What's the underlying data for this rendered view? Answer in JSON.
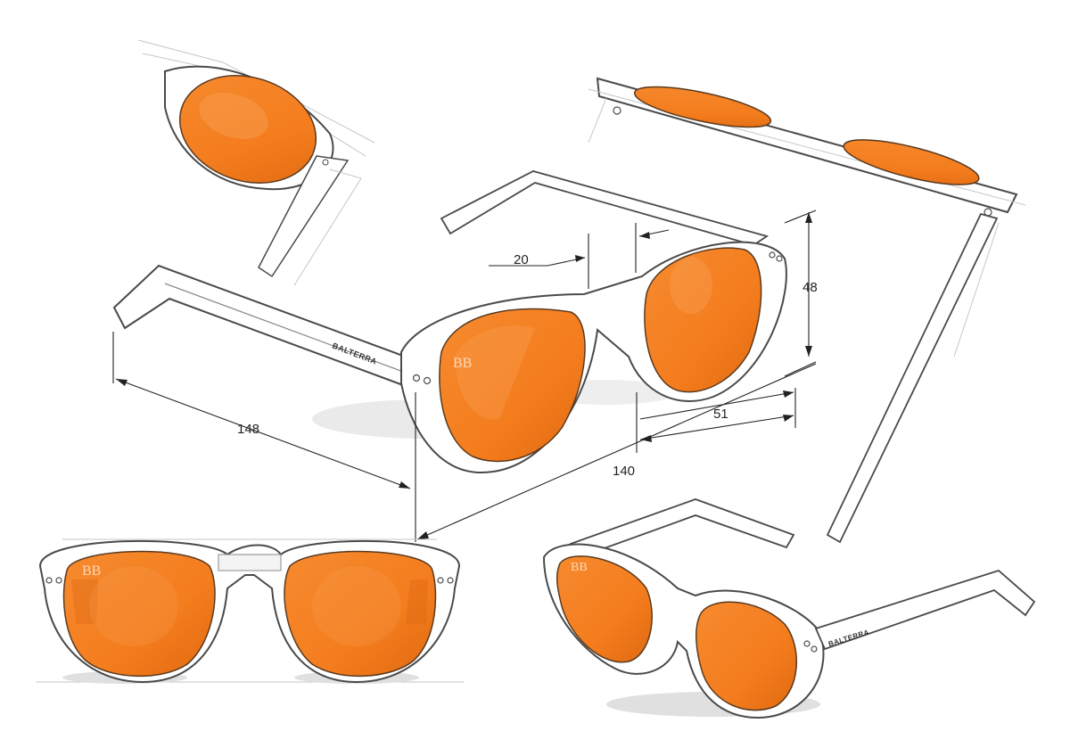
{
  "brand": {
    "name": "BALTERRA",
    "monogram": "BB"
  },
  "colors": {
    "lens": "#f47d1e",
    "lens_dark": "#d96512",
    "lens_highlight": "#f9a055",
    "frame_stroke": "#4a4a4a",
    "sketch_line": "#b8b8b8",
    "shadow": "#d9d9d9",
    "dimension": "#222222"
  },
  "dimensions": {
    "bridge_width": "20",
    "lens_height": "48",
    "lens_width": "51",
    "frame_width": "140",
    "temple_length": "148"
  }
}
